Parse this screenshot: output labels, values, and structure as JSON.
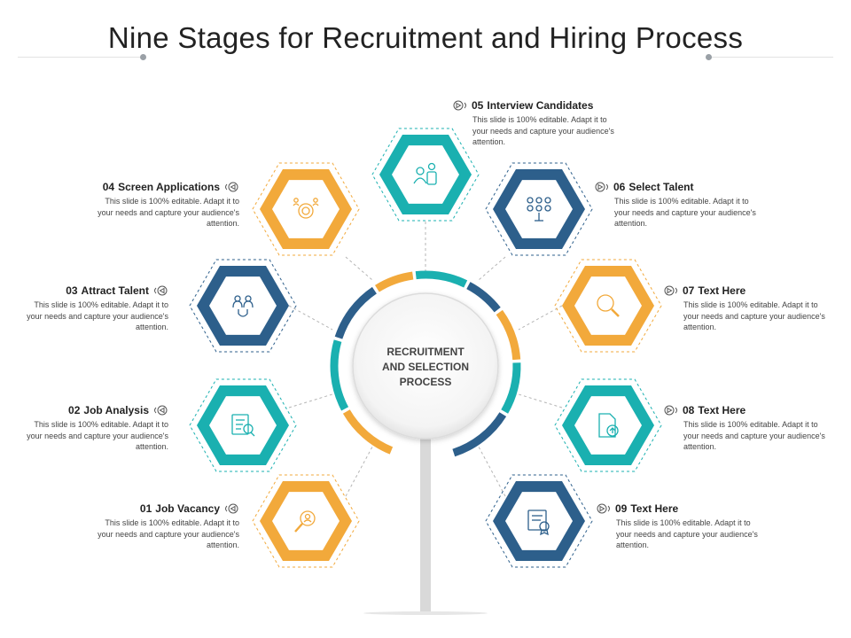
{
  "title": "Nine Stages for Recruitment and Hiring Process",
  "center": {
    "line1": "RECRUITMENT",
    "line2": "AND SELECTION",
    "line3": "PROCESS"
  },
  "colors": {
    "orange": "#F2A93B",
    "teal": "#1AB0B0",
    "navy": "#2D5F8B",
    "stem": "#d6d6d6"
  },
  "stages": [
    {
      "num": "01",
      "title": "Job Vacancy",
      "desc": "This slide is 100% editable. Adapt it to your needs and capture your audience's attention.",
      "icon": "search-person-icon"
    },
    {
      "num": "02",
      "title": "Job Analysis",
      "desc": "This slide is 100% editable. Adapt it to your needs and capture your audience's attention.",
      "icon": "checklist-search-icon"
    },
    {
      "num": "03",
      "title": "Attract Talent",
      "desc": "This slide is 100% editable. Adapt it to your needs and capture your audience's attention.",
      "icon": "magnet-people-icon"
    },
    {
      "num": "04",
      "title": "Screen Applications",
      "desc": "This slide is 100% editable. Adapt it to your needs and capture your audience's attention.",
      "icon": "team-target-icon"
    },
    {
      "num": "05",
      "title": "Interview Candidates",
      "desc": "This slide is 100% editable. Adapt it to your needs and capture your audience's attention.",
      "icon": "interview-icon"
    },
    {
      "num": "06",
      "title": "Select Talent",
      "desc": "This slide is 100% editable. Adapt it to your needs and capture your audience's attention.",
      "icon": "select-person-icon"
    },
    {
      "num": "07",
      "title": "Text Here",
      "desc": "This slide is 100% editable. Adapt it to your needs and capture your audience's attention.",
      "icon": "magnifier-icon"
    },
    {
      "num": "08",
      "title": "Text Here",
      "desc": "This slide is 100% editable. Adapt it to your needs and capture your audience's attention.",
      "icon": "document-upload-icon"
    },
    {
      "num": "09",
      "title": "Text Here",
      "desc": "This slide is 100% editable. Adapt it to your needs and capture your audience's attention.",
      "icon": "certificate-icon"
    }
  ]
}
